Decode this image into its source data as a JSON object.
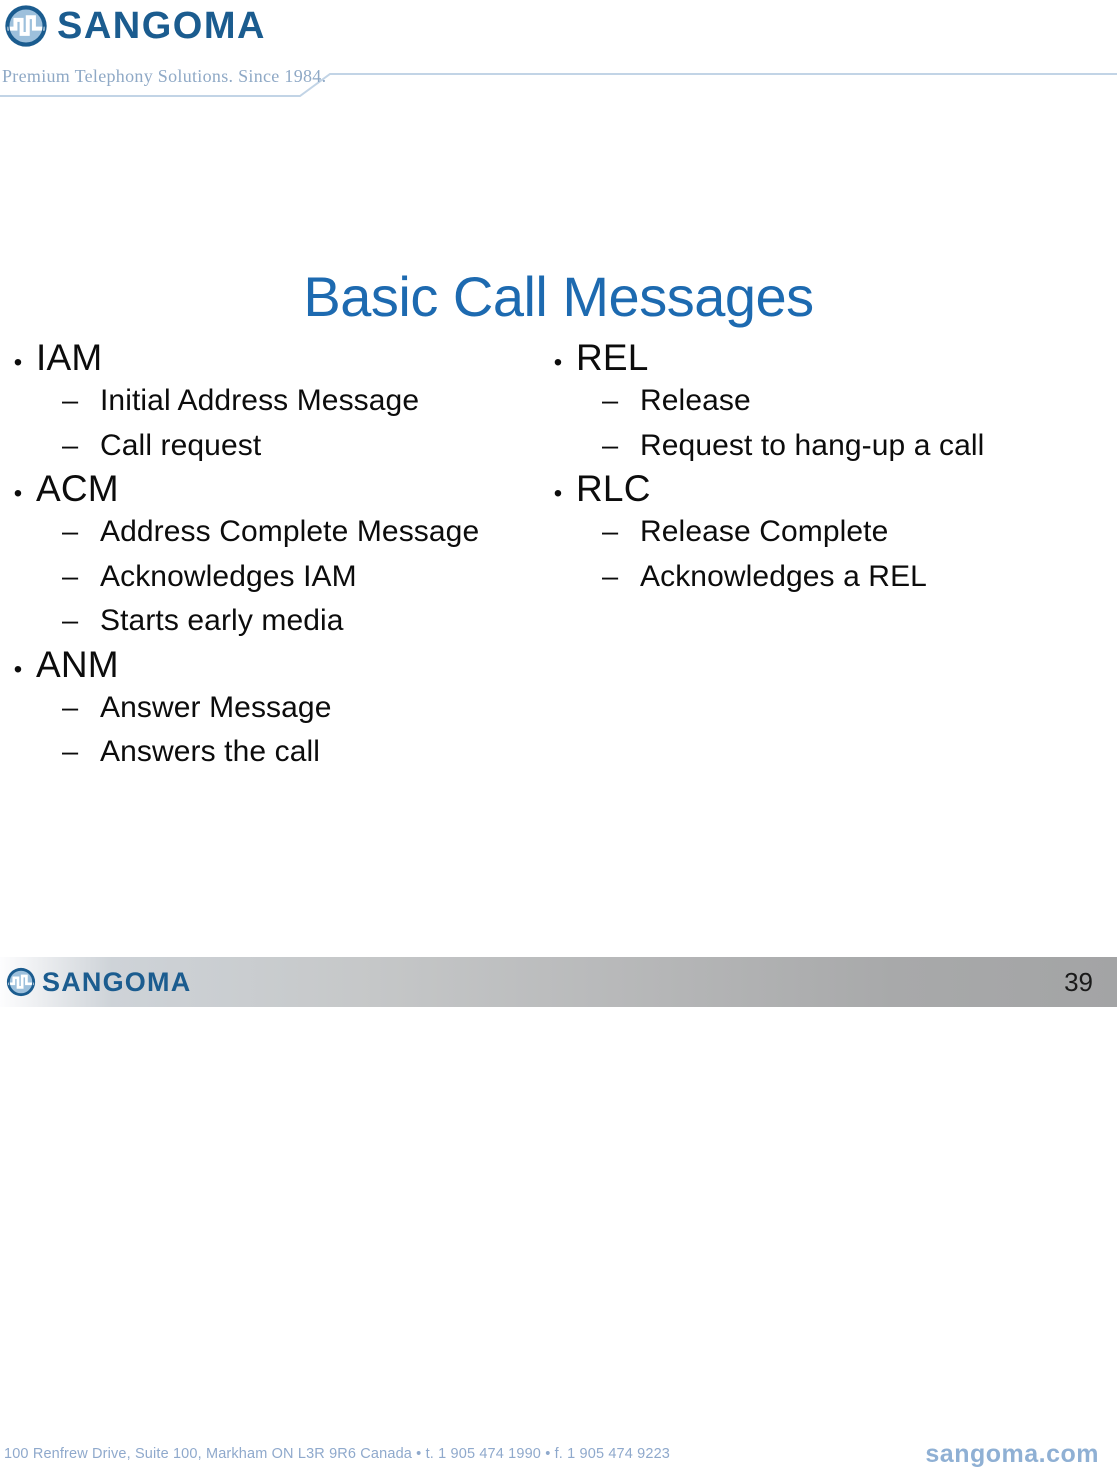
{
  "header": {
    "brand_name": "SANGOMA",
    "brand_icon": "sangoma-waveform-circle-icon",
    "tagline": "Premium Telephony Solutions. Since 1984.",
    "rule_color": "#b9cde0"
  },
  "slide": {
    "title": "Basic Call Messages",
    "title_color": "#1d6ab0",
    "columns": [
      {
        "id": "left",
        "groups": [
          {
            "label": "IAM",
            "sub_items": [
              "Initial Address Message",
              "Call request"
            ]
          },
          {
            "label": "ACM",
            "sub_items": [
              "Address Complete Message",
              "Acknowledges IAM",
              "Starts early media"
            ]
          },
          {
            "label": "ANM",
            "sub_items": [
              "Answer Message",
              "Answers the call"
            ]
          }
        ]
      },
      {
        "id": "right",
        "groups": [
          {
            "label": "REL",
            "sub_items": [
              "Release",
              "Request to hang-up a call"
            ]
          },
          {
            "label": "RLC",
            "sub_items": [
              "Release Complete",
              "Acknowledges a REL"
            ]
          }
        ]
      }
    ],
    "bullet_glyph": "•",
    "dash_glyph": "–"
  },
  "footer_bar": {
    "brand_name": "SANGOMA",
    "brand_icon": "sangoma-waveform-circle-icon",
    "page_number": "39"
  },
  "page_footer": {
    "address": "100 Renfrew Drive, Suite 100, Markham ON L3R 9R6 Canada  •  t. 1 905 474 1990  •  f. 1 905 474 9223",
    "url": "sangoma.com"
  }
}
